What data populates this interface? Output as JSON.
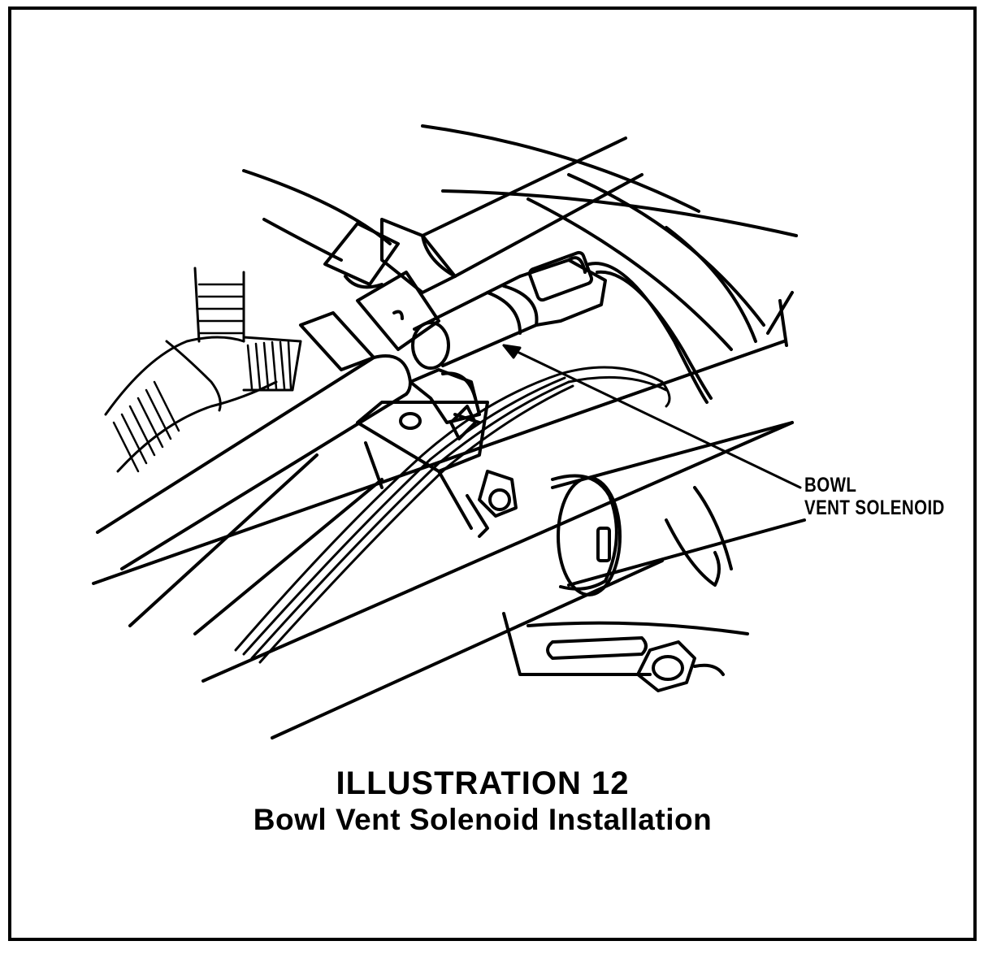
{
  "callout": {
    "line1": "BOWL",
    "line2": "VENT SOLENOID"
  },
  "caption": {
    "title": "ILLUSTRATION 12",
    "subtitle": "Bowl Vent Solenoid Installation"
  }
}
